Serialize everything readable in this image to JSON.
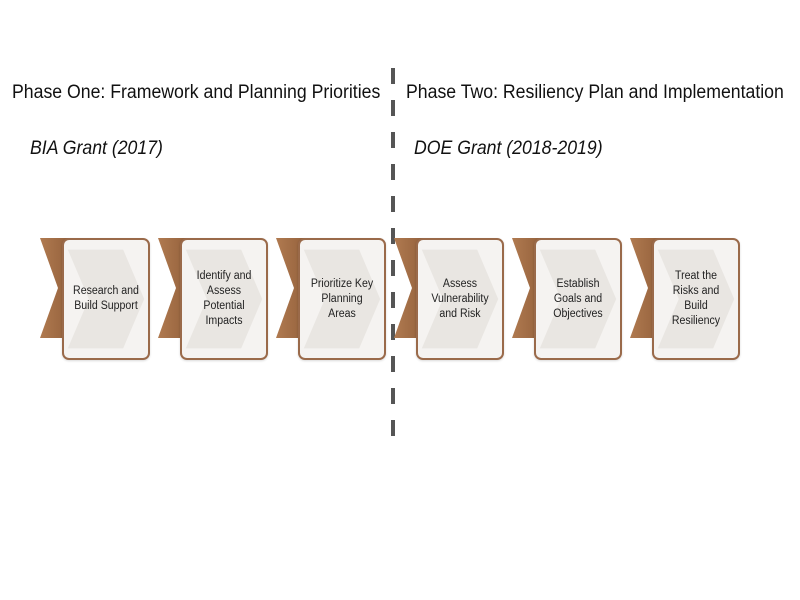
{
  "phases": [
    {
      "title": "Phase One:  Framework and Planning Priorities",
      "grant": "BIA Grant (2017)"
    },
    {
      "title": "Phase Two: Resiliency Plan and Implementation",
      "grant": "DOE Grant (2018-2019)"
    }
  ],
  "steps": [
    {
      "label": "Research and Build Support",
      "phase": 1
    },
    {
      "label": "Identify and Assess Potential Impacts",
      "phase": 1
    },
    {
      "label": "Prioritize Key Planning Areas",
      "phase": 1
    },
    {
      "label": "Assess Vulnerability and Risk",
      "phase": 2
    },
    {
      "label": "Establish Goals and Objectives",
      "phase": 2
    },
    {
      "label": "Treat the Risks and Build Resiliency",
      "phase": 2
    }
  ],
  "colors": {
    "chevron_dark": "#7a4a2a",
    "chevron_light": "#b07a50",
    "box_border": "#9a6a4a",
    "box_fill": "#f5f3f1",
    "divider": "#555555"
  }
}
